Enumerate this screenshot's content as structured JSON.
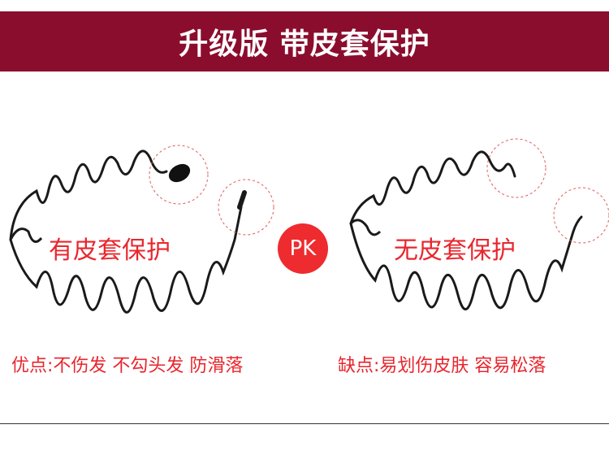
{
  "banner": {
    "title": "升级版 带皮套保护"
  },
  "comparison": {
    "left": {
      "label": "有皮套保护",
      "caption": "优点:不伤发 不勾头发 防滑落"
    },
    "versus": "PK",
    "right": {
      "label": "无皮套保护",
      "caption": "缺点:易划伤皮肤 容易松落"
    }
  },
  "colors": {
    "banner_bg": "#8b0d2e",
    "accent_red": "#e8262d",
    "pk_red": "#ee2b2f",
    "wire": "#1a1a1a",
    "highlight_circle": "#e05a5a"
  },
  "icons": {
    "left_product": "wavy-headband-with-caps-icon",
    "right_product": "wavy-headband-bare-ends-icon"
  }
}
